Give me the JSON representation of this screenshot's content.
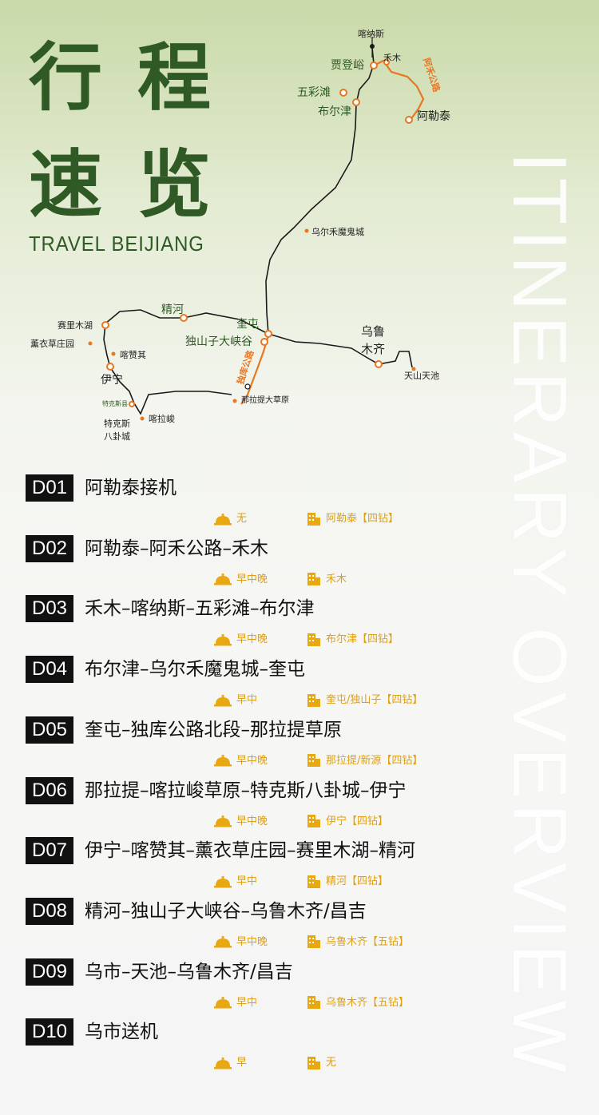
{
  "title": {
    "line1": "行 程",
    "line2": "速 览",
    "subtitle": "TRAVEL BEIJIANG"
  },
  "side_text": "ITINERARY OVERVIEW",
  "colors": {
    "title_green": "#2f5a25",
    "accent_orange": "#e87722",
    "info_gold": "#e0a012",
    "badge_black": "#111111"
  },
  "map": {
    "places": {
      "kanas": "喀纳斯",
      "jiadengyu": "贾登峪",
      "hemu": "禾木",
      "wucaitan": "五彩滩",
      "buerjin": "布尔津",
      "aletai": "阿勒泰",
      "ghost_city": "乌尔禾魔鬼城",
      "jinghe": "精河",
      "sailimu": "赛里木湖",
      "lavender": "薰衣草庄园",
      "kazanqi": "喀赞其",
      "yining": "伊宁",
      "tekesi_small": "特克斯县",
      "tekesi_1": "特克斯",
      "tekesi_2": "八卦城",
      "kalajun": "喀拉峻",
      "kuitun": "奎屯",
      "dushanzi": "独山子大峡谷",
      "nalati": "那拉提大草原",
      "urumqi_1": "乌鲁",
      "urumqi_2": "木齐",
      "tianchi": "天山天池"
    },
    "roads": {
      "ahe": "阿禾公路",
      "duku": "独库公路"
    }
  },
  "days": [
    {
      "id": "D01",
      "route": "阿勒泰接机",
      "meals": "无",
      "hotel": "阿勒泰【四钻】"
    },
    {
      "id": "D02",
      "route": "阿勒泰–阿禾公路–禾木",
      "meals": "早中晚",
      "hotel": "禾木"
    },
    {
      "id": "D03",
      "route": "禾木–喀纳斯–五彩滩–布尔津",
      "meals": "早中晚",
      "hotel": "布尔津【四钻】"
    },
    {
      "id": "D04",
      "route": "布尔津–乌尔禾魔鬼城–奎屯",
      "meals": "早中",
      "hotel": "奎屯/独山子【四钻】"
    },
    {
      "id": "D05",
      "route": "奎屯–独库公路北段–那拉提草原",
      "meals": "早中晚",
      "hotel": "那拉提/新源【四钻】"
    },
    {
      "id": "D06",
      "route": "那拉提–喀拉峻草原–特克斯八卦城–伊宁",
      "meals": "早中晚",
      "hotel": "伊宁【四钻】"
    },
    {
      "id": "D07",
      "route": "伊宁–喀赞其–薰衣草庄园–赛里木湖–精河",
      "meals": "早中",
      "hotel": "精河【四钻】"
    },
    {
      "id": "D08",
      "route": "精河–独山子大峡谷–乌鲁木齐/昌吉",
      "meals": "早中晚",
      "hotel": "乌鲁木齐【五钻】"
    },
    {
      "id": "D09",
      "route": "乌市–天池–乌鲁木齐/昌吉",
      "meals": "早中",
      "hotel": "乌鲁木齐【五钻】"
    },
    {
      "id": "D10",
      "route": "乌市送机",
      "meals": "早",
      "hotel": "无"
    }
  ]
}
